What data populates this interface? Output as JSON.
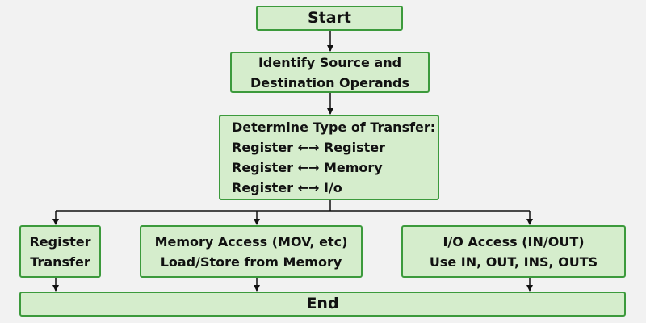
{
  "flowchart": {
    "start": {
      "label": "Start"
    },
    "identify": {
      "lines": [
        "Identify Source and",
        "Destination Operands"
      ]
    },
    "determine": {
      "lines": [
        "Determine Type of Transfer:",
        "Register ←→ Register",
        "Register ←→ Memory",
        "Register ←→ I/o"
      ]
    },
    "register_transfer": {
      "lines": [
        "Register",
        "Transfer"
      ]
    },
    "memory_access": {
      "lines": [
        "Memory Access (MOV, etc)",
        "Load/Store from Memory"
      ]
    },
    "io_access": {
      "lines": [
        "I/O Access (IN/OUT)",
        "Use IN, OUT, INS, OUTS"
      ]
    },
    "end": {
      "label": "End"
    }
  },
  "colors": {
    "background": "#f2f2f2",
    "node_fill": "#d5edcc",
    "node_border": "#3c9a3c",
    "connector": "#111111"
  }
}
